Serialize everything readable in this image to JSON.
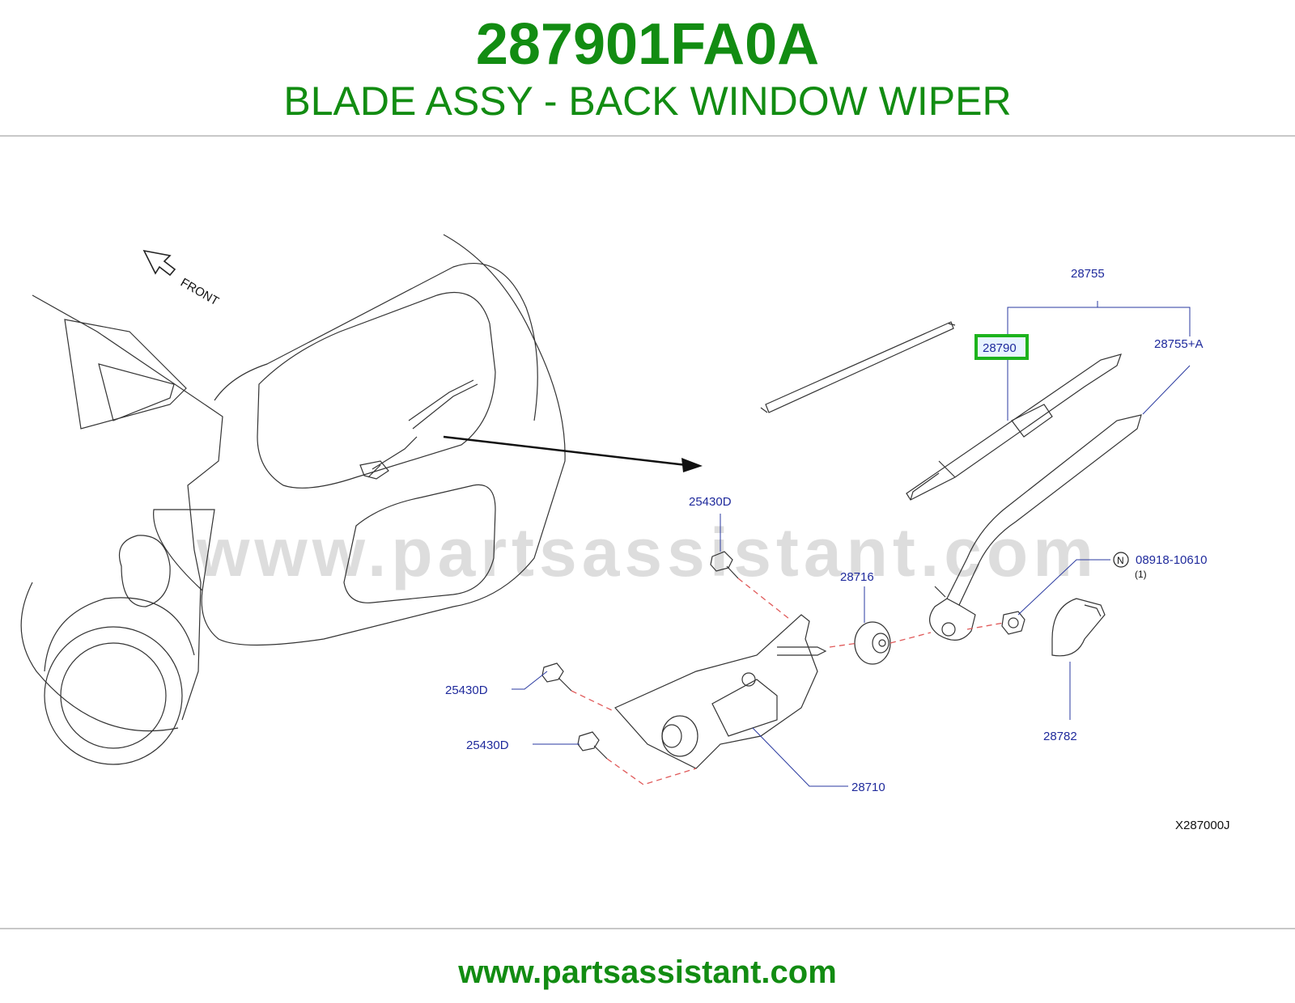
{
  "header": {
    "part_number": "287901FA0A",
    "part_name": "BLADE ASSY - BACK WINDOW WIPER"
  },
  "diagram": {
    "front_label": "FRONT",
    "highlight_color": "#1db31d",
    "callouts": {
      "c28755": "28755",
      "c28790": "28790",
      "c28755a": "28755+A",
      "c25430d_top": "25430D",
      "c28716": "28716",
      "n_symbol": "N",
      "c08918": "08918-10610",
      "c08918_qty": "(1)",
      "c25430d_mid": "25430D",
      "c25430d_bot": "25430D",
      "c28782": "28782",
      "c28710": "28710"
    },
    "diagram_code": "X287000J",
    "watermark": "www.partsassistant.com"
  },
  "footer": {
    "url": "www.partsassistant.com"
  }
}
